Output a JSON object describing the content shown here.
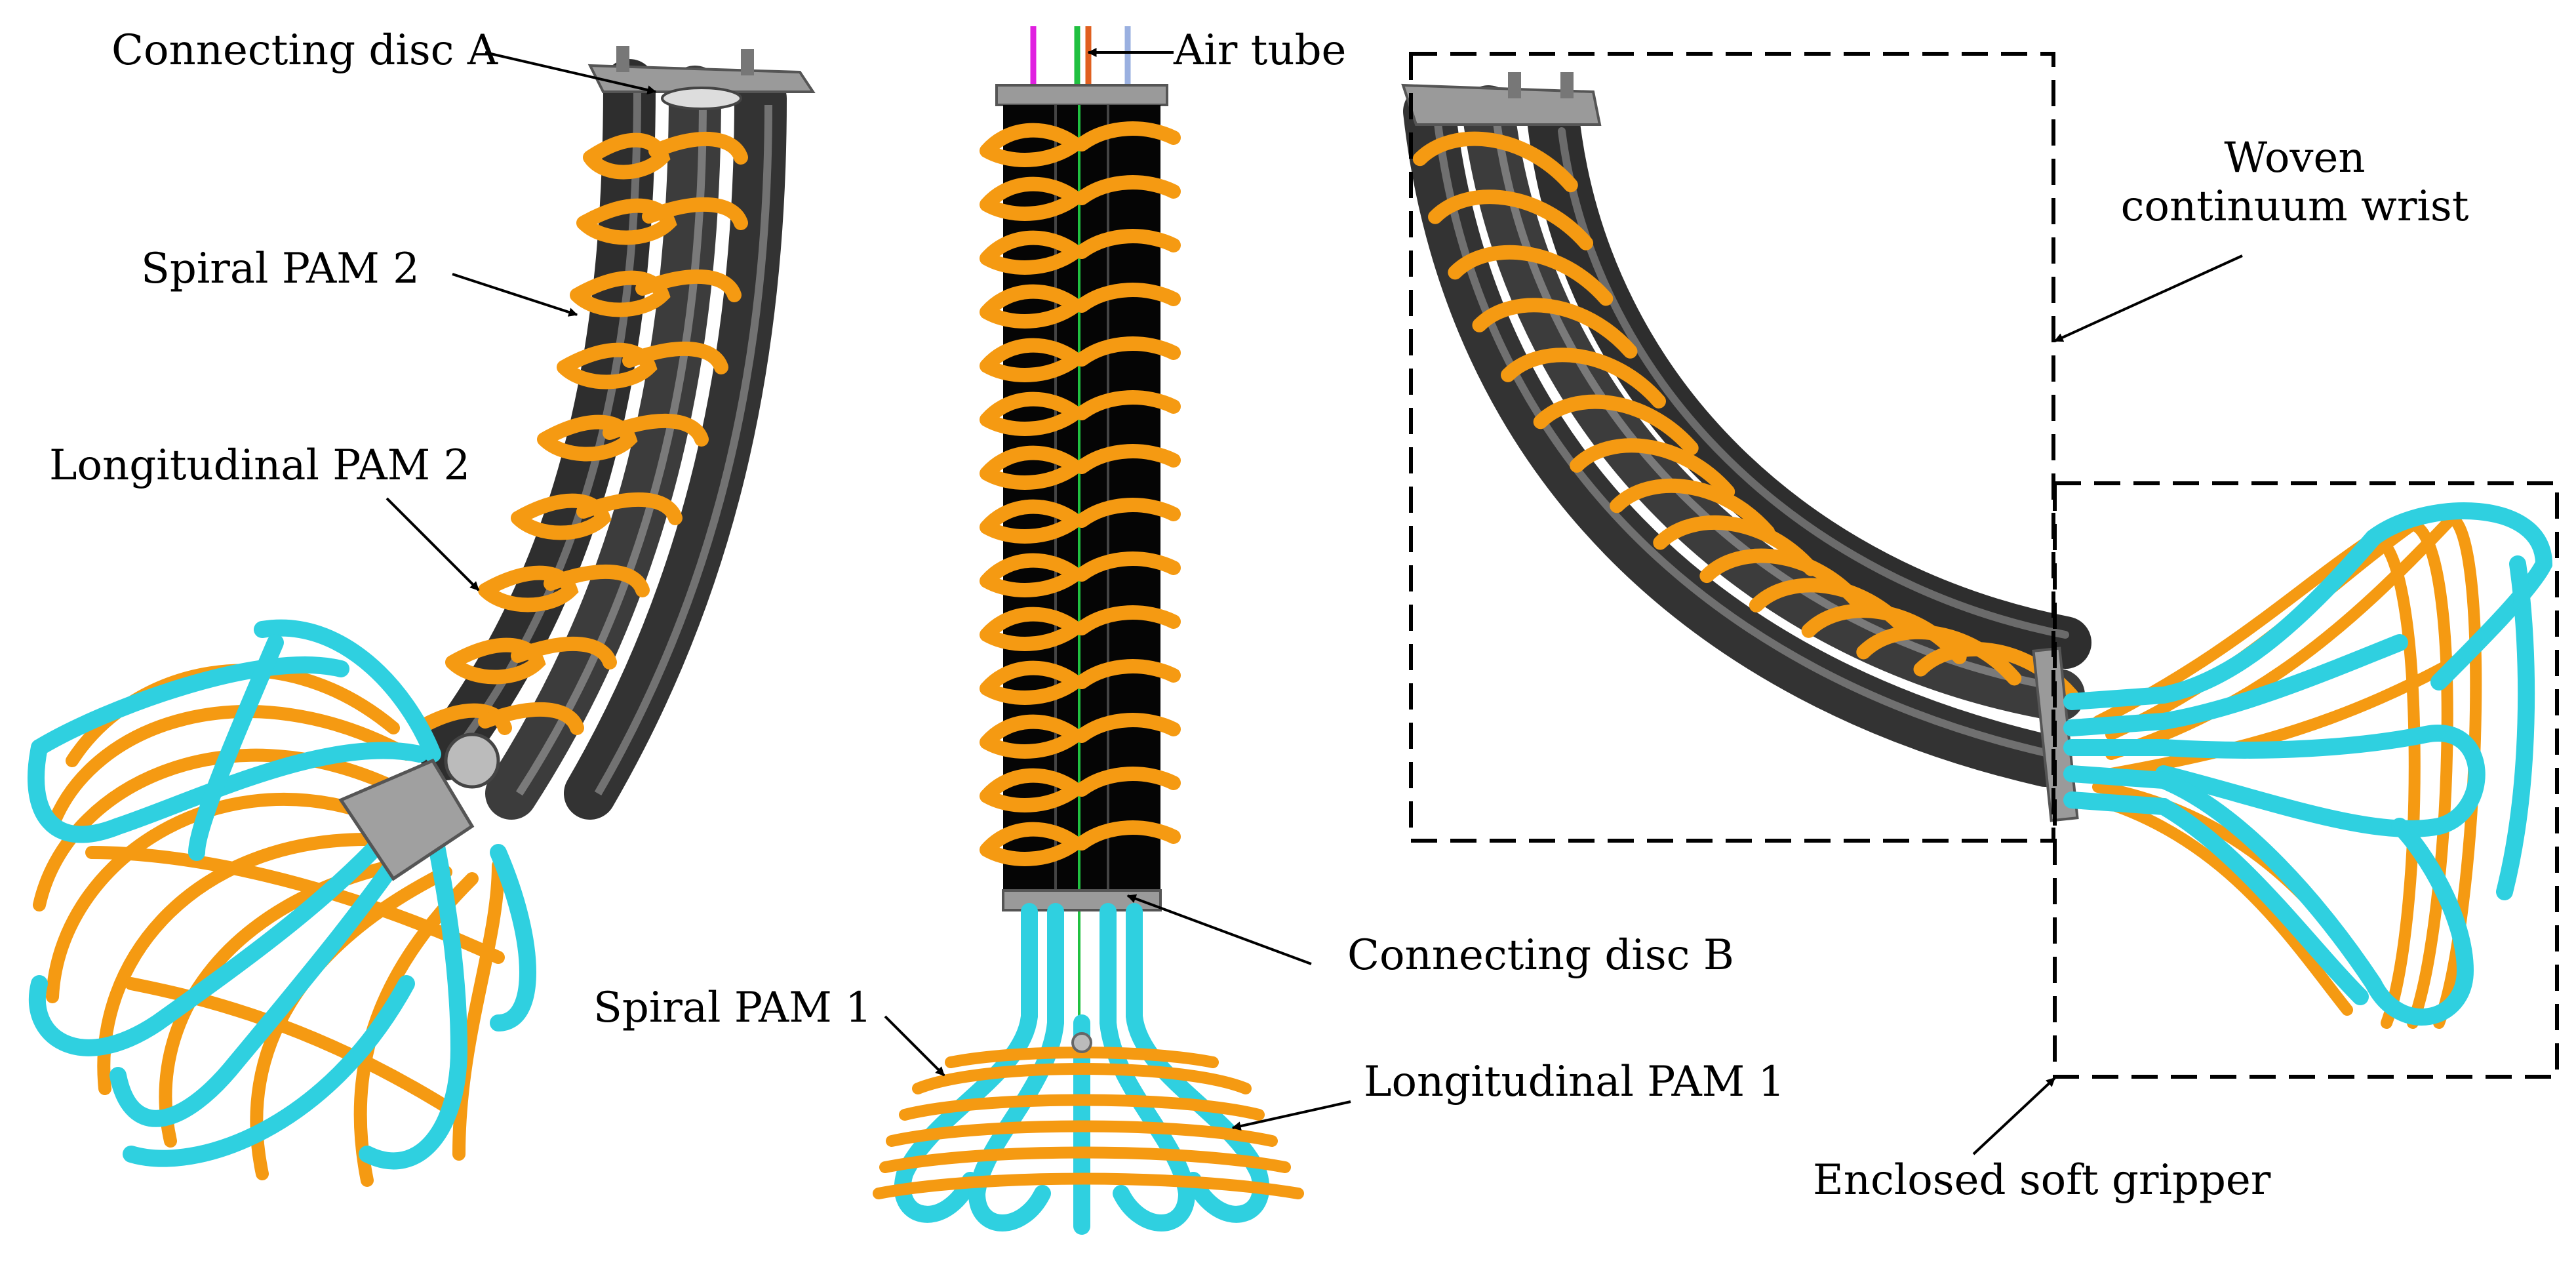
{
  "labels": {
    "connecting_disc_a": "Connecting disc A",
    "spiral_pam_2": "Spiral PAM 2",
    "longitudinal_pam_2": "Longitudinal PAM 2",
    "air_tube": "Air tube",
    "connecting_disc_b": "Connecting disc B",
    "spiral_pam_1": "Spiral PAM 1",
    "longitudinal_pam_1": "Longitudinal  PAM 1",
    "woven_continuum_wrist_line1": "Woven",
    "woven_continuum_wrist_line2": "continuum wrist",
    "enclosed_soft_gripper": "Enclosed soft gripper"
  },
  "colors": {
    "tube": "#3a3a3a",
    "tube_highlight": "#6b6b6b",
    "spiral": "#f59a12",
    "gripper": "#2fd0e0",
    "disc": "#9a9a9a",
    "body": "#000000",
    "air_magenta": "#e020e0",
    "air_green": "#20c040",
    "air_orange": "#e06020",
    "air_blue": "#9ab0e0"
  }
}
